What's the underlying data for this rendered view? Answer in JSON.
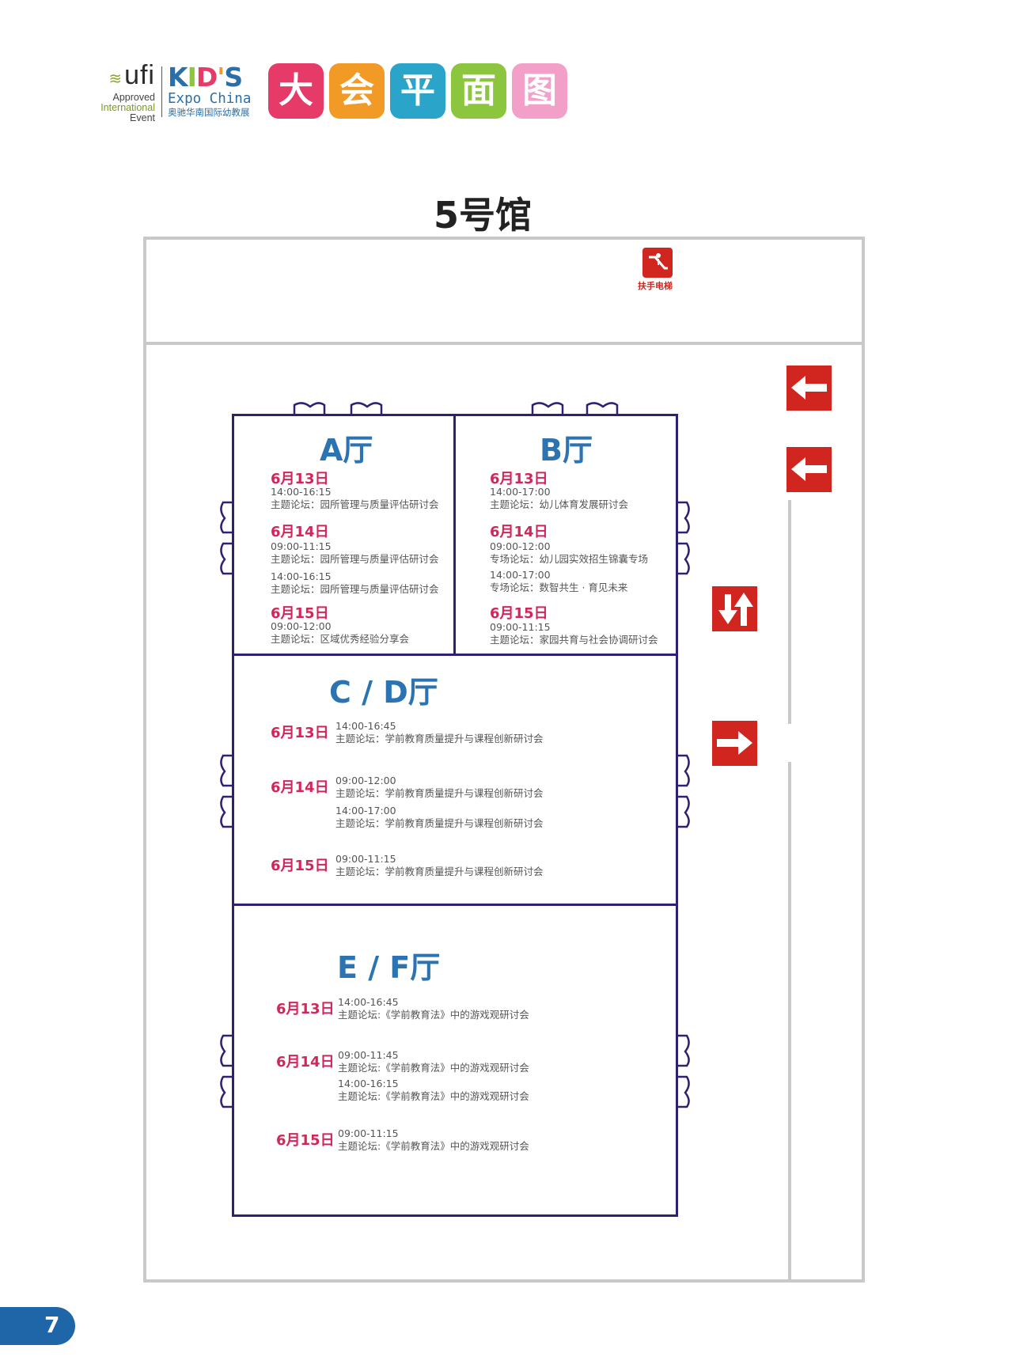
{
  "header": {
    "ufi_logo": {
      "word": "ufi",
      "line1": "Approved",
      "line2": "International",
      "line3": "Event"
    },
    "kids_logo": {
      "main": "KIDS",
      "line1": "Expo China",
      "line2": "奥驰华南国际幼教展"
    },
    "title_chars": [
      {
        "char": "大",
        "color": "#e63a68"
      },
      {
        "char": "会",
        "color": "#f29a26"
      },
      {
        "char": "平",
        "color": "#2aa4c8"
      },
      {
        "char": "面",
        "color": "#8cc63e"
      },
      {
        "char": "图",
        "color": "#f2a0c8"
      }
    ]
  },
  "hall": {
    "title": "5号馆",
    "escalator_label": "扶手电梯"
  },
  "rooms": {
    "a": {
      "title": "A厅",
      "days": [
        {
          "date": "6月13日",
          "sessions": [
            {
              "time": "14:00-16:15",
              "topic": "主题论坛：园所管理与质量评估研讨会"
            }
          ]
        },
        {
          "date": "6月14日",
          "sessions": [
            {
              "time": "09:00-11:15",
              "topic": "主题论坛：园所管理与质量评估研讨会"
            },
            {
              "time": "14:00-16:15",
              "topic": "主题论坛：园所管理与质量评估研讨会"
            }
          ]
        },
        {
          "date": "6月15日",
          "sessions": [
            {
              "time": "09:00-12:00",
              "topic": "主题论坛：区域优秀经验分享会"
            }
          ]
        }
      ]
    },
    "b": {
      "title": "B厅",
      "days": [
        {
          "date": "6月13日",
          "sessions": [
            {
              "time": "14:00-17:00",
              "topic": "主题论坛：幼儿体育发展研讨会"
            }
          ]
        },
        {
          "date": "6月14日",
          "sessions": [
            {
              "time": "09:00-12:00",
              "topic": "专场论坛：幼儿园实效招生锦囊专场"
            },
            {
              "time": "14:00-17:00",
              "topic": "专场论坛：数智共生 · 育见未来"
            }
          ]
        },
        {
          "date": "6月15日",
          "sessions": [
            {
              "time": "09:00-11:15",
              "topic": "主题论坛：家园共育与社会协调研讨会"
            }
          ]
        }
      ]
    },
    "cd": {
      "title": "C / D厅",
      "days": [
        {
          "date": "6月13日",
          "sessions": [
            {
              "time": "14:00-16:45",
              "topic": "主题论坛：学前教育质量提升与课程创新研讨会"
            }
          ]
        },
        {
          "date": "6月14日",
          "sessions": [
            {
              "time": "09:00-12:00",
              "topic": "主题论坛：学前教育质量提升与课程创新研讨会"
            },
            {
              "time": "14:00-17:00",
              "topic": "主题论坛：学前教育质量提升与课程创新研讨会"
            }
          ]
        },
        {
          "date": "6月15日",
          "sessions": [
            {
              "time": "09:00-11:15",
              "topic": "主题论坛：学前教育质量提升与课程创新研讨会"
            }
          ]
        }
      ]
    },
    "ef": {
      "title": "E / F厅",
      "days": [
        {
          "date": "6月13日",
          "sessions": [
            {
              "time": "14:00-16:45",
              "topic": "主题论坛:《学前教育法》中的游戏观研讨会"
            }
          ]
        },
        {
          "date": "6月14日",
          "sessions": [
            {
              "time": "09:00-11:45",
              "topic": "主题论坛:《学前教育法》中的游戏观研讨会"
            },
            {
              "time": "14:00-16:15",
              "topic": "主题论坛:《学前教育法》中的游戏观研讨会"
            }
          ]
        },
        {
          "date": "6月15日",
          "sessions": [
            {
              "time": "09:00-11:15",
              "topic": "主题论坛:《学前教育法》中的游戏观研讨会"
            }
          ]
        }
      ]
    }
  },
  "signs": {
    "color": "#d1261f",
    "items": [
      {
        "icon": "arrow-left-icon"
      },
      {
        "icon": "arrow-left-icon"
      },
      {
        "icon": "up-down-arrows-icon"
      },
      {
        "icon": "arrow-right-icon"
      }
    ]
  },
  "page": {
    "number": "7"
  }
}
